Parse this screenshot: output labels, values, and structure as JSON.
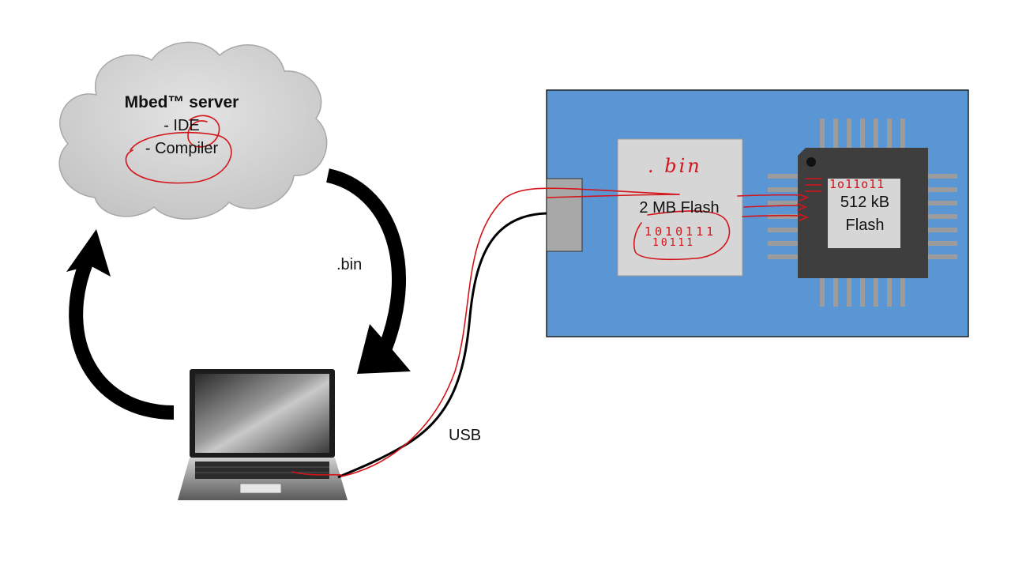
{
  "cloud": {
    "title": "Mbed™ server",
    "items": [
      "- IDE",
      "- Compiler"
    ]
  },
  "labels": {
    "bin_arrow": ".bin",
    "usb": "USB"
  },
  "board": {
    "flash_chip": "2 MB Flash",
    "mcu_line1": "512 kB",
    "mcu_line2": "Flash"
  },
  "annotations": {
    "bin_note": ". bin",
    "bits_1": "1010111",
    "bits_2": "10111",
    "bits_3": "1o11o11"
  },
  "colors": {
    "board": "#5b96d4",
    "ink": "#d4141b",
    "cloud": "#d3d3d3",
    "chip": "#3e3e3e"
  }
}
